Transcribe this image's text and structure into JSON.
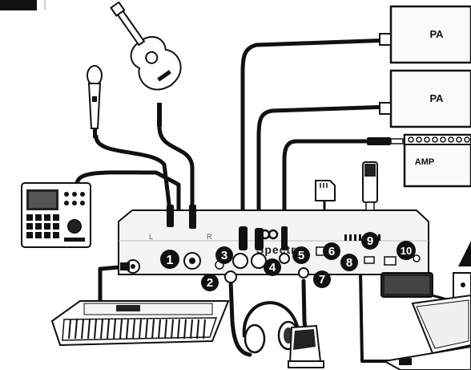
{
  "device": {
    "name": "Spectra",
    "rear_markings": [
      "L",
      "R"
    ]
  },
  "devices": {
    "pa_top": "PA",
    "pa_bottom": "PA",
    "amp": "AMP"
  },
  "callouts": [
    "1",
    "2",
    "3",
    "4",
    "5",
    "6",
    "7",
    "8",
    "9",
    "10"
  ],
  "icons": [
    "microphone-icon",
    "acoustic-guitar-icon",
    "sampler-icon",
    "keyboard-icon",
    "headphones-icon",
    "expression-pedal-icon",
    "sd-card-icon",
    "usb-drive-icon",
    "power-adapter-icon",
    "laptop-icon",
    "warning-icon"
  ],
  "colors": {
    "ink": "#111111",
    "device_fill": "#f4f4f4",
    "callout_fill": "#111111"
  }
}
